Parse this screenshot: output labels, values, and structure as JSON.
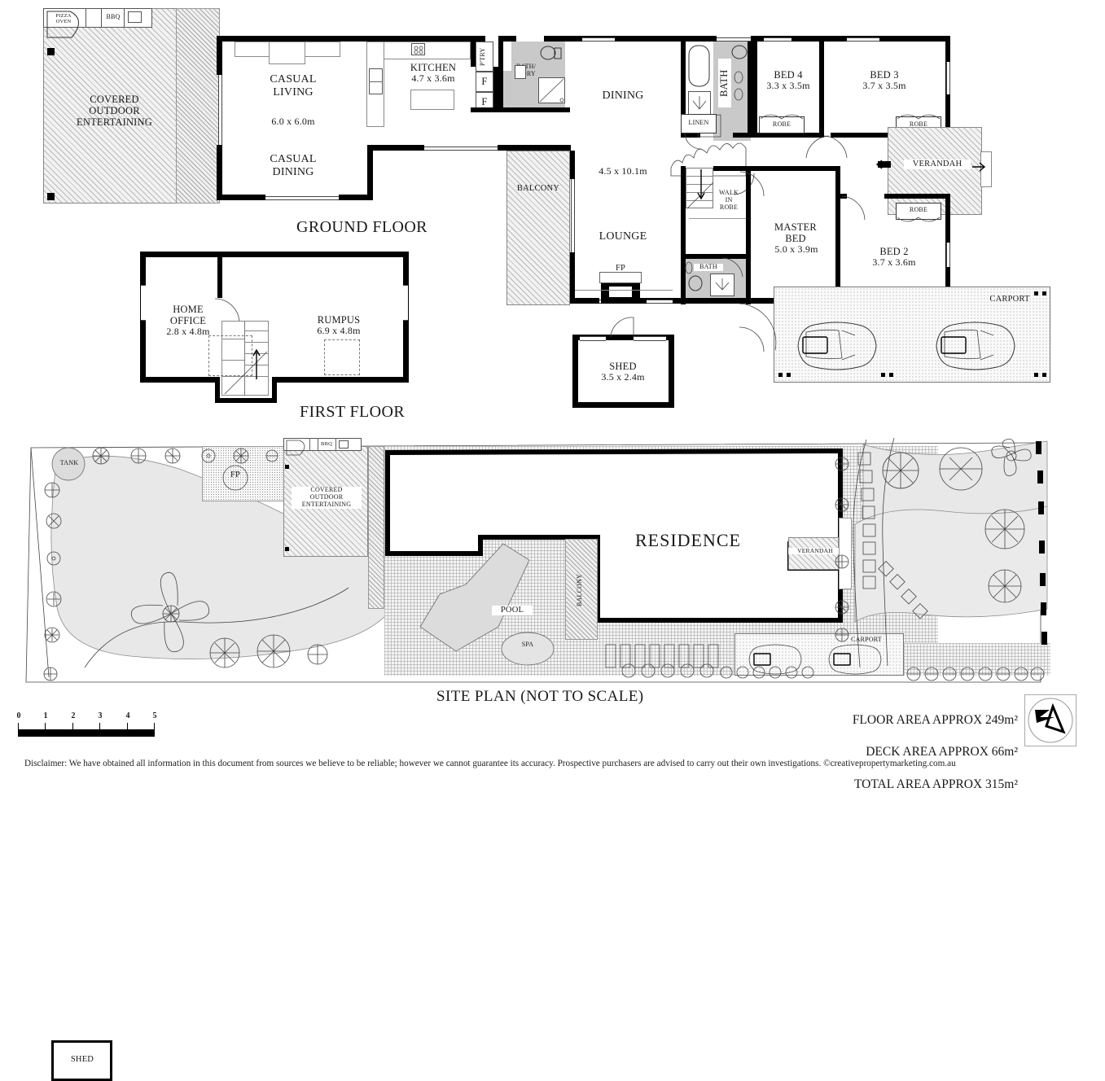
{
  "document": {
    "type": "real-estate-floor-plan",
    "disclaimer": "Disclaimer: We have obtained all information in this document from sources we believe to be reliable; however we cannot guarantee its accuracy. Prospective purchasers are advised to carry out their own investigations.",
    "copyright": "©creativepropertymarketing.com.au"
  },
  "titles": {
    "ground_floor": "GROUND FLOOR",
    "first_floor": "FIRST FLOOR",
    "site_plan": "SITE PLAN (NOT TO SCALE)"
  },
  "areas": {
    "floor": "FLOOR AREA APPROX 249m²",
    "deck": "DECK AREA APPROX 66m²",
    "total": "TOTAL AREA APPROX 315m²"
  },
  "scale_bar": {
    "ticks": [
      "0",
      "1",
      "2",
      "3",
      "4",
      "5"
    ]
  },
  "north_arrow": {
    "label": "N"
  },
  "ground_floor": {
    "outdoor": {
      "pizza_oven": "PIZZA\nOVEN",
      "bbq": "BBQ",
      "covered_outdoor": "COVERED\nOUTDOOR\nENTERTAINING"
    },
    "rooms": [
      {
        "name": "CASUAL\nLIVING",
        "dims": ""
      },
      {
        "name": "CASUAL\nDINING",
        "dims": ""
      },
      {
        "name": "KITCHEN",
        "dims": "4.7 x 3.6m"
      },
      {
        "name": "DINING",
        "dims": ""
      },
      {
        "name": "LOUNGE",
        "dims": ""
      },
      {
        "name": "MASTER\nBED",
        "dims": "5.0 x 3.9m"
      },
      {
        "name": "BED 4",
        "dims": "3.3 x 3.5m"
      },
      {
        "name": "BED 3",
        "dims": "3.7 x 3.5m"
      },
      {
        "name": "BED 2",
        "dims": "3.7 x 3.6m"
      },
      {
        "name": "SHED",
        "dims": "3.5 x 2.4m"
      }
    ],
    "living_dims": "6.0 x 6.0m",
    "dining_lounge_dims": "4.5 x 10.1m",
    "labels": {
      "pantry": "P'TRY",
      "fridge_1": "F",
      "fridge_2": "F",
      "bath_laundry": "BATH/\nL'DRY",
      "bath_main": "BATH",
      "bath_ensuite": "BATH",
      "linen": "LINEN",
      "walk_in_robe": "WALK\nIN\nROBE",
      "robe_bed4": "ROBE",
      "robe_bed3": "ROBE",
      "robe_bed2": "ROBE",
      "verandah": "VERANDAH",
      "balcony": "BALCONY",
      "carport": "CARPORT",
      "fireplace": "FP"
    }
  },
  "first_floor": {
    "rooms": [
      {
        "name": "HOME\nOFFICE",
        "dims": "2.8 x 4.8m"
      },
      {
        "name": "RUMPUS",
        "dims": "6.9 x 4.8m"
      }
    ]
  },
  "site_plan": {
    "labels": {
      "residence": "RESIDENCE",
      "tank": "TANK",
      "fireplace": "FP",
      "bbq": "BBQ",
      "covered_outdoor": "COVERED\nOUTDOOR\nENTERTAINING",
      "shed": "SHED",
      "pool": "POOL",
      "spa": "SPA",
      "balcony": "BALCONY",
      "verandah": "VERANDAH",
      "carport": "CARPORT"
    }
  },
  "colors": {
    "wall": "#000000",
    "wet_area_fill": "#c9c9c9",
    "deck_hatch": "#b9b9b9",
    "paper": "#ffffff",
    "lawn": "#e8e8e8",
    "pool": "#dcdcdc"
  }
}
